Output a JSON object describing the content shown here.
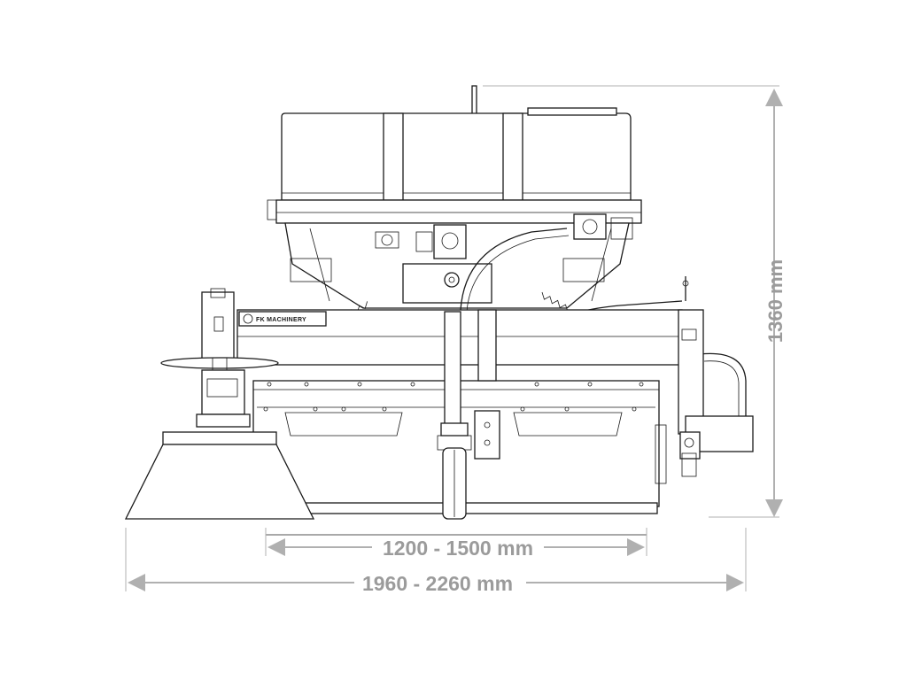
{
  "dimensions": {
    "height_label": "1360 mm",
    "working_width_label": "1200 - 1500 mm",
    "total_width_label": "1960 - 2260 mm"
  },
  "brand_plate": {
    "text": "FK MACHINERY"
  },
  "colors": {
    "line": "#1a1a1a",
    "dimension": "#b0b0b0",
    "dimension_text": "#9b9b9b",
    "background": "#ffffff"
  }
}
